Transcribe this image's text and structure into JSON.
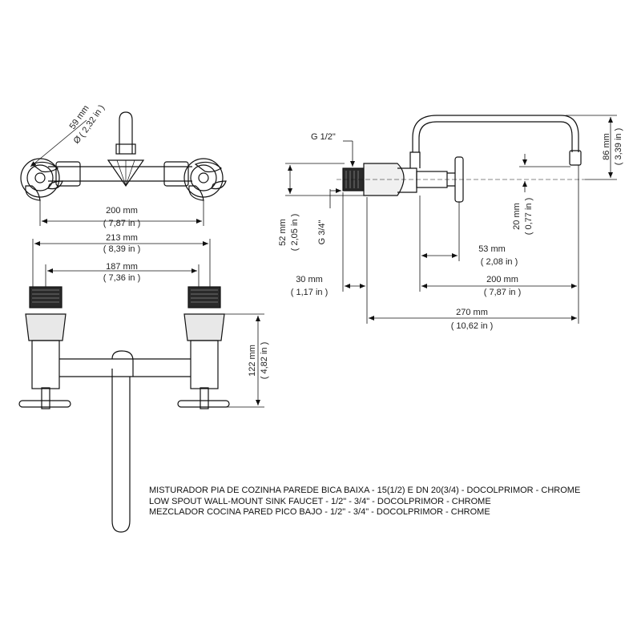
{
  "dimensions": {
    "top_view_diameter": {
      "mm": "59 mm",
      "in": "( 2,32 in )",
      "symbol": "Ø"
    },
    "top_view_width": {
      "mm": "200 mm",
      "in": "( 7,87 in )"
    },
    "front_overall": {
      "mm": "213 mm",
      "in": "( 8,39 in )"
    },
    "front_centers": {
      "mm": "187 mm",
      "in": "( 7,36 in )"
    },
    "front_height": {
      "mm": "122 mm",
      "in": "( 4,82 in )"
    },
    "side_thread_top": "G 1/2\"",
    "side_thread_side": "G 3/4\"",
    "side_height": {
      "mm": "52 mm",
      "in": "( 2,05 in )"
    },
    "side_spout_height": {
      "mm": "86 mm",
      "in": "( 3,39 in )"
    },
    "side_drop": {
      "mm": "20 mm",
      "in": "( 0,77 in )"
    },
    "side_handle_offset": {
      "mm": "53 mm",
      "in": "( 2,08 in )"
    },
    "side_spout_reach": {
      "mm": "200 mm",
      "in": "( 7,87 in )"
    },
    "side_thread_depth": {
      "mm": "30 mm",
      "in": "( 1,17 in )"
    },
    "side_total_length": {
      "mm": "270 mm",
      "in": "( 10,62 in )"
    }
  },
  "caption": {
    "line_pt": "MISTURADOR PIA DE COZINHA PAREDE BICA BAIXA - 15(1/2) E DN 20(3/4) - DOCOLPRIMOR  - CHROME",
    "line_en": "LOW SPOUT WALL-MOUNT SINK FAUCET  - 1/2\" - 3/4\" - DOCOLPRIMOR - CHROME",
    "line_es": "MEZCLADOR COCINA PARED PICO BAJO - 1/2\" - 3/4\" - DOCOLPRIMOR - CHROME"
  }
}
